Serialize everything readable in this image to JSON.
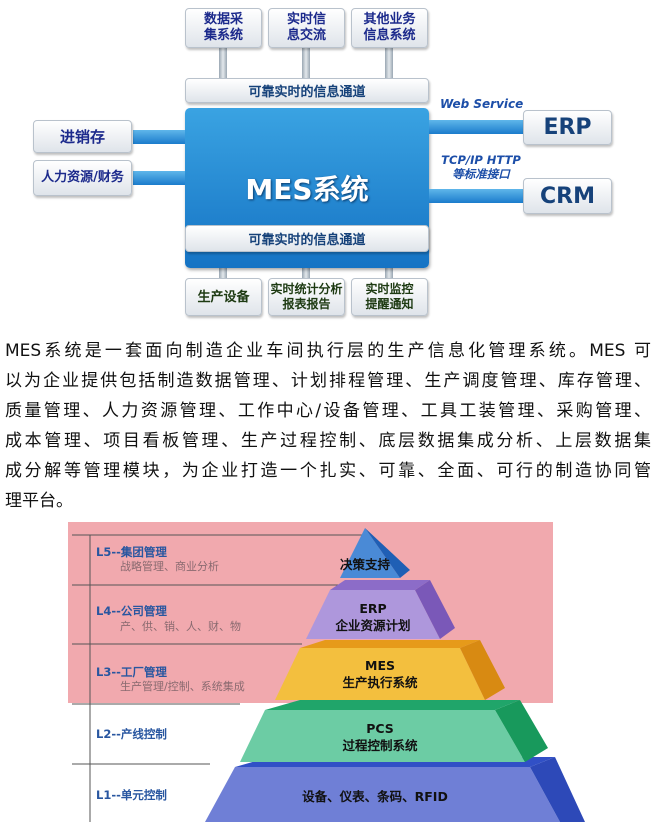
{
  "top_diagram": {
    "top_boxes": [
      "数据采\n集系统",
      "实时信\n息交流",
      "其他业务\n信息系统"
    ],
    "channel_top": "可靠实时的信息通道",
    "channel_bottom": "可靠实时的信息通道",
    "center": "MES系统",
    "left_boxes": [
      "进销存",
      "人力资源/财务"
    ],
    "right_boxes": [
      "ERP",
      "CRM"
    ],
    "web_service": "Web Service",
    "tcp_line1": "TCP/IP HTTP",
    "tcp_line2": "等标准接口",
    "bottom_boxes": [
      "生产设备",
      "实时统计分析\n报表报告",
      "实时监控\n提醒通知"
    ]
  },
  "paragraph": [
    "MES系统是一套面向制造企业车间执行层的生产信息化管理系统。MES 可",
    "以为企业提供包括制造数据管理、计划排程管理、生产调度管理、库存管理、",
    "质量管理、人力资源管理、工作中心/设备管理、工具工装管理、采购管理、",
    "成本管理、项目看板管理、生产过程控制、底层数据集成分析、上层数据集",
    "成分解等管理模块，为企业打造一个扎实、可靠、全面、可行的制造协同管",
    "理平台。"
  ],
  "pyramid": {
    "levels": [
      {
        "label": "L5--集团管理",
        "desc": "战略管理、商业分析"
      },
      {
        "label": "L4--公司管理",
        "desc": "产、供、销、人、财、物"
      },
      {
        "label": "L3--工厂管理",
        "desc": "生产管理/控制、系统集成"
      },
      {
        "label": "L2--产线控制",
        "desc": ""
      },
      {
        "label": "L1--单元控制",
        "desc": ""
      }
    ],
    "tiers": [
      {
        "line1": "决策支持",
        "line2": "",
        "color": "#3b7fd0"
      },
      {
        "line1": "ERP",
        "line2": "企业资源计划",
        "color": "#a890d8"
      },
      {
        "line1": "MES",
        "line2": "生产执行系统",
        "color": "#f3b632"
      },
      {
        "line1": "PCS",
        "line2": "过程控制系统",
        "color": "#5cc49a"
      },
      {
        "line1": "设备、仪表、条码、RFID",
        "line2": "",
        "color": "#6f7fd6"
      }
    ]
  }
}
